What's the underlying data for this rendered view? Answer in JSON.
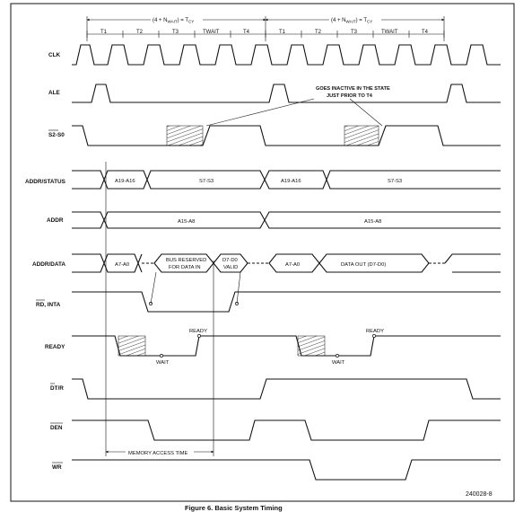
{
  "cycle_header_1": "(4 + N",
  "cycle_header_1_sub": "WAIT",
  "cycle_header_1_tail": ") = T",
  "cycle_header_1_cy": "CY",
  "cycle_header_2": "(4 + N",
  "cycle_header_2_sub": "WAIT",
  "cycle_header_2_tail": ") = T",
  "cycle_header_2_cy": "CY",
  "t_states_1": [
    "T1",
    "T2",
    "T3",
    "TWAIT",
    "T4"
  ],
  "t_states_2": [
    "T1",
    "T2",
    "T3",
    "TWAIT",
    "T4"
  ],
  "signals": {
    "clk": "CLK",
    "ale": "ALE",
    "s2s0": "S2-S0",
    "addr_status": "ADDR/STATUS",
    "addr": "ADDR",
    "addr_data": "ADDR/DATA",
    "rd_inta": "RD, INTA",
    "ready": "READY",
    "dtr": "DT/R",
    "den": "DEN",
    "wr": "WR"
  },
  "bus": {
    "a19_a16_1": "A19-A16",
    "s7_s3_1": "S7-S3",
    "a19_a16_2": "A19-A16",
    "s7_s3_2": "S7-S3",
    "a15_a8_1": "A15-A8",
    "a15_a8_2": "A15-A8",
    "a7_a0_1": "A7-A0",
    "bus_reserved_1": "BUS RESERVED",
    "bus_reserved_2": "FOR DATA IN",
    "d7_d0_1": "D7-D0",
    "d7_d0_2": "VALID",
    "a7_a0_2": "A7-A0",
    "data_out": "DATA OUT (D7-D0)"
  },
  "annotations": {
    "inactive_1": "GOES INACTIVE IN THE STATE",
    "inactive_2": "JUST PRIOR TO T4",
    "ready_1": "READY",
    "wait_1": "WAIT",
    "ready_2": "READY",
    "wait_2": "WAIT",
    "memory_access_time": "MEMORY ACCESS TIME"
  },
  "figure_id": "240028-8",
  "caption": "Figure 6. Basic System Timing"
}
